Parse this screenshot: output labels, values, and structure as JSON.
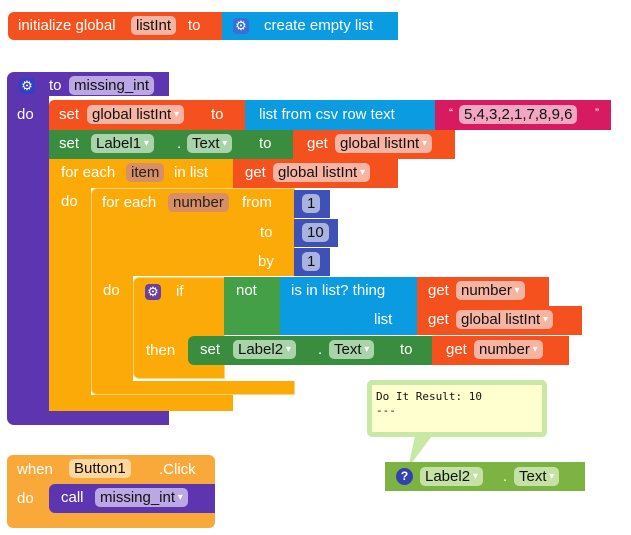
{
  "init": {
    "label": "initialize global",
    "name": "listInt",
    "to": "to",
    "create": "create empty list"
  },
  "proc": {
    "to": "to",
    "name": "missing_int",
    "do": "do"
  },
  "set1": {
    "set": "set",
    "var": "global listInt",
    "to": "to",
    "csv": "list from csv row  text",
    "open_quote": "“",
    "text": "5,4,3,2,1,7,8,9,6",
    "close_quote": "”"
  },
  "set2": {
    "set": "set",
    "comp": "Label1",
    "dot": ".",
    "prop": "Text",
    "to": "to",
    "get": "get",
    "var": "global listInt"
  },
  "foreach": {
    "for_each": "for each",
    "var": "item",
    "in_list": "in list",
    "do": "do",
    "get": "get",
    "list": "global listInt"
  },
  "range": {
    "for_each": "for each",
    "var": "number",
    "from": "from",
    "to": "to",
    "by": "by",
    "do": "do",
    "from_val": "1",
    "to_val": "10",
    "by_val": "1"
  },
  "ifb": {
    "if": "if",
    "then": "then",
    "not": "not",
    "is_in": "is in list? thing",
    "list": "list",
    "get1": "get",
    "v1": "number",
    "get2": "get",
    "v2": "global listInt"
  },
  "set3": {
    "set": "set",
    "comp": "Label2",
    "dot": ".",
    "prop": "Text",
    "to": "to",
    "get": "get",
    "var": "number"
  },
  "comment": {
    "line1": "Do It Result: 10",
    "line2": "---"
  },
  "getter": {
    "icon": "?",
    "comp": "Label2",
    "dot": ".",
    "prop": "Text"
  },
  "event": {
    "when": "when",
    "comp": "Button1",
    "evt": ".Click",
    "do": "do",
    "call": "call",
    "proc": "missing_int"
  }
}
